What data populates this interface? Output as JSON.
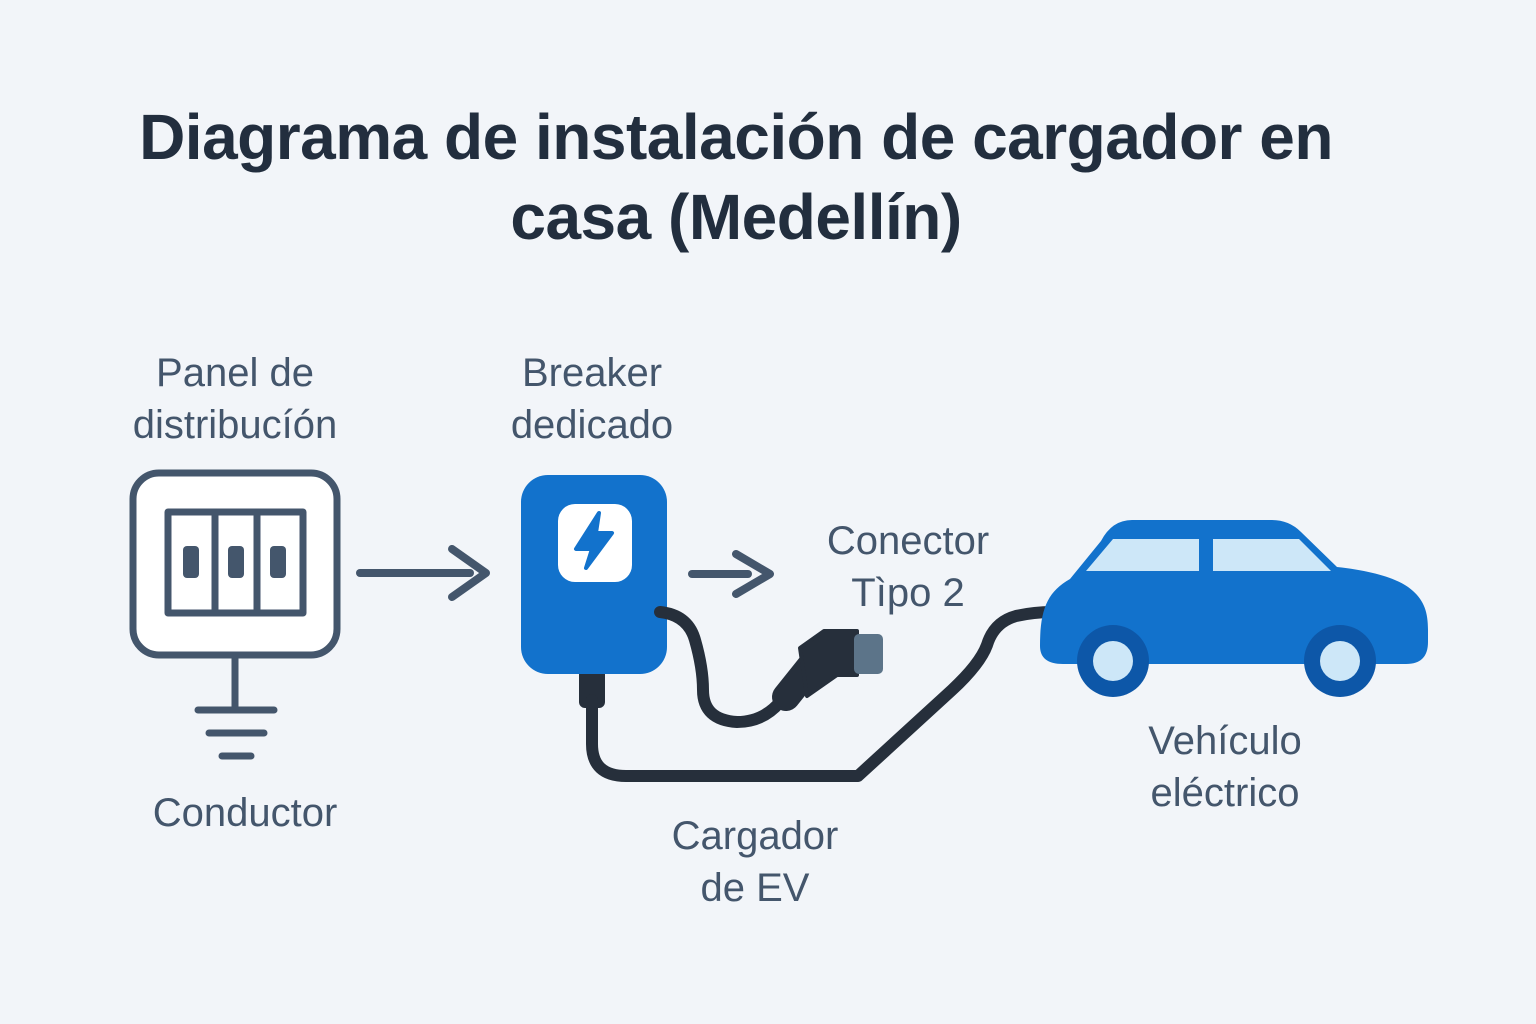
{
  "title": {
    "line1": "Diagrama de instalación de cargador en",
    "line2": "casa (Medellín)"
  },
  "labels": {
    "panel": {
      "line1": "Panel de",
      "line2": "distribucíón"
    },
    "breaker": {
      "line1": "Breaker",
      "line2": "dedicado"
    },
    "connector": {
      "line1": "Conector",
      "line2": "Tìpo 2"
    },
    "vehicle": {
      "line1": "Vehículo",
      "line2": "eléctrico"
    },
    "conductor": {
      "line1": "Conductor"
    },
    "charger": {
      "line1": "Cargador",
      "line2": "de EV"
    }
  },
  "icons": {
    "panel": "distribution-panel-icon",
    "ground": "ground-conductor-icon",
    "arrows": "arrow-right-icon",
    "breaker": "breaker-box-icon",
    "bolt": "lightning-bolt-icon",
    "connector": "type2-connector-icon",
    "cable": "charging-cable",
    "vehicle": "electric-car-icon"
  },
  "colors": {
    "bg": "#f2f5f9",
    "ink": "#44566c",
    "title-ink": "#222e3e",
    "blue": "#1272cc",
    "blue-dark": "#0d57a8",
    "blue-light": "#cde7f8",
    "cable": "#262f3b",
    "tip": "#5c7489",
    "panel-fill": "#ffffff"
  }
}
